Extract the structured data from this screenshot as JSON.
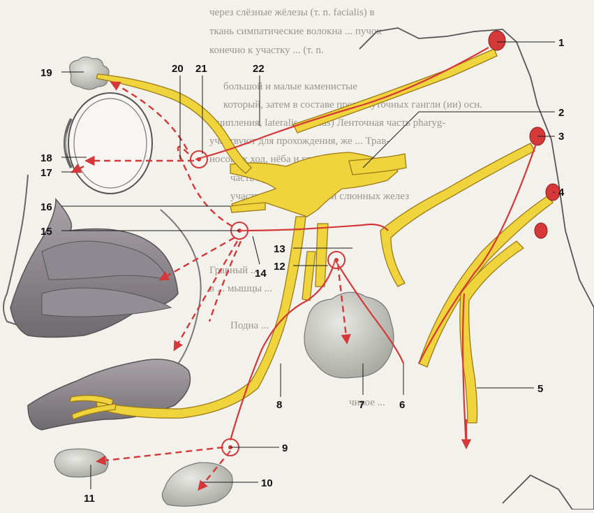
{
  "labels": {
    "n1": "1",
    "n2": "2",
    "n3": "3",
    "n4": "4",
    "n5": "5",
    "n6": "6",
    "n7": "7",
    "n8": "8",
    "n9": "9",
    "n10": "10",
    "n11": "11",
    "n12": "12",
    "n13": "13",
    "n14": "14",
    "n15": "15",
    "n16": "16",
    "n17": "17",
    "n18": "18",
    "n19": "19",
    "n20": "20",
    "n21": "21",
    "n22": "22"
  },
  "background_text": [
    "через слёзные жёлезы (т. n. facialis) в",
    "ткань симпатические волокна ... пучок",
    "конечно к участку ... (т. n.",
    "большой и малые каменистые",
    "который, затем в составе промежуточных гангли (ии) осн.",
    "вщипления, lateralis auditus) Ленточная часть pharyg-",
    "участвуют для прохождения, же ... Трав-",
    "носовых ход, нёба и глотки,",
    "часть промежуточного нерва",
    "участвует в иннервации слюнных желез",
    "Гравный ...",
    "в ... мышцы ...",
    "Подна ...",
    "чивое ..."
  ],
  "colors": {
    "nerve_fill": "#efd43d",
    "nerve_edge": "#9c7a16",
    "parasympathetic": "#d43838",
    "organ_outline": "#5b5b5b",
    "gland": "#c9c9c5",
    "mucosa": "#8a8488"
  }
}
